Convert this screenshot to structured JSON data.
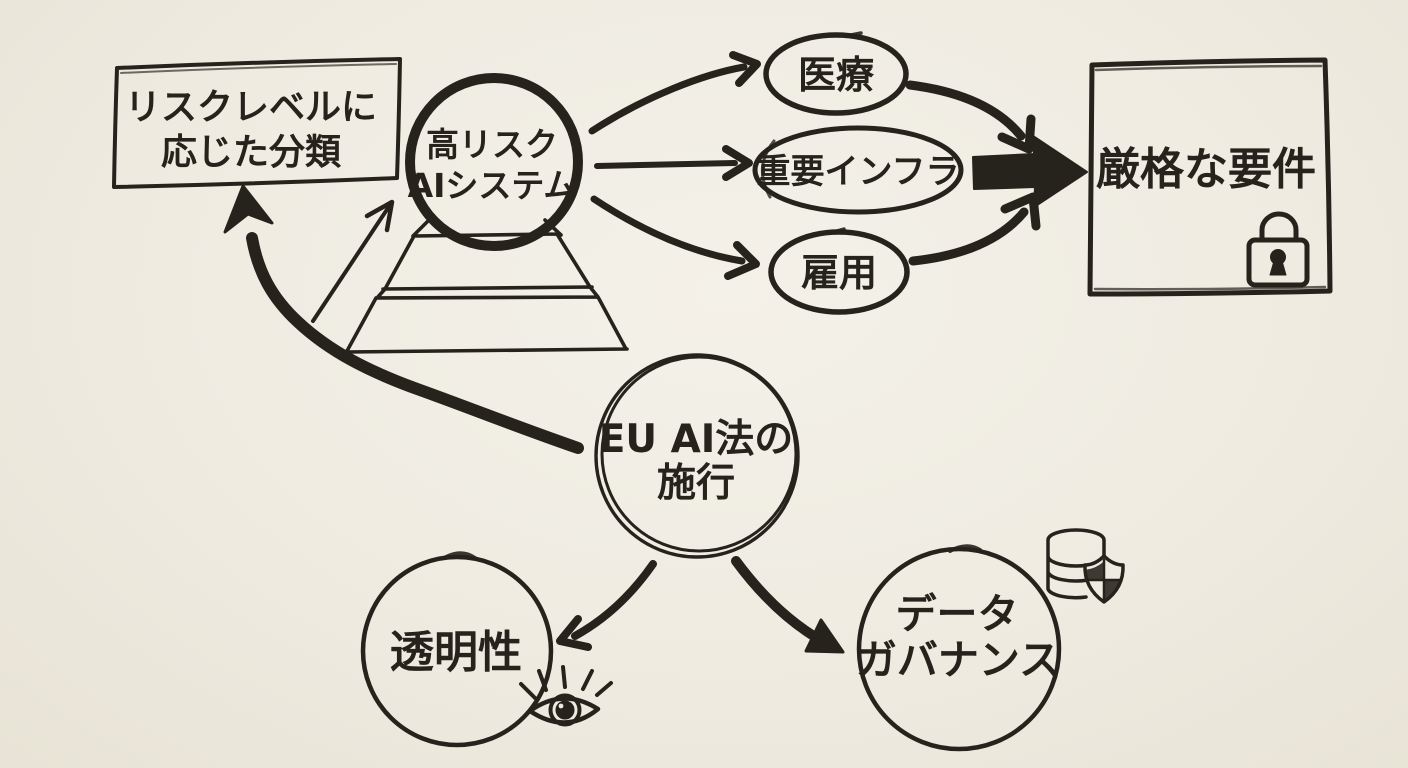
{
  "diagram": {
    "classification_box": {
      "line1": "リスクレベルに",
      "line2": "応じた分類"
    },
    "high_risk_node": {
      "line1": "高リスク",
      "line2": "AIシステム"
    },
    "sector_nodes": [
      {
        "label": "医療"
      },
      {
        "label": "重要インフラ"
      },
      {
        "label": "雇用"
      }
    ],
    "requirements_box": {
      "label": "厳格な要件",
      "icon": "lock-icon"
    },
    "eu_act_node": {
      "line1": "EU AI法の",
      "line2": "施行"
    },
    "transparency_node": {
      "label": "透明性",
      "icon": "eye-icon"
    },
    "data_governance_node": {
      "line1": "データ",
      "line2": "ガバナンス",
      "icon": "database-shield-icon"
    },
    "colors": {
      "ink": "#26221c",
      "paper": "#efebe1"
    }
  }
}
